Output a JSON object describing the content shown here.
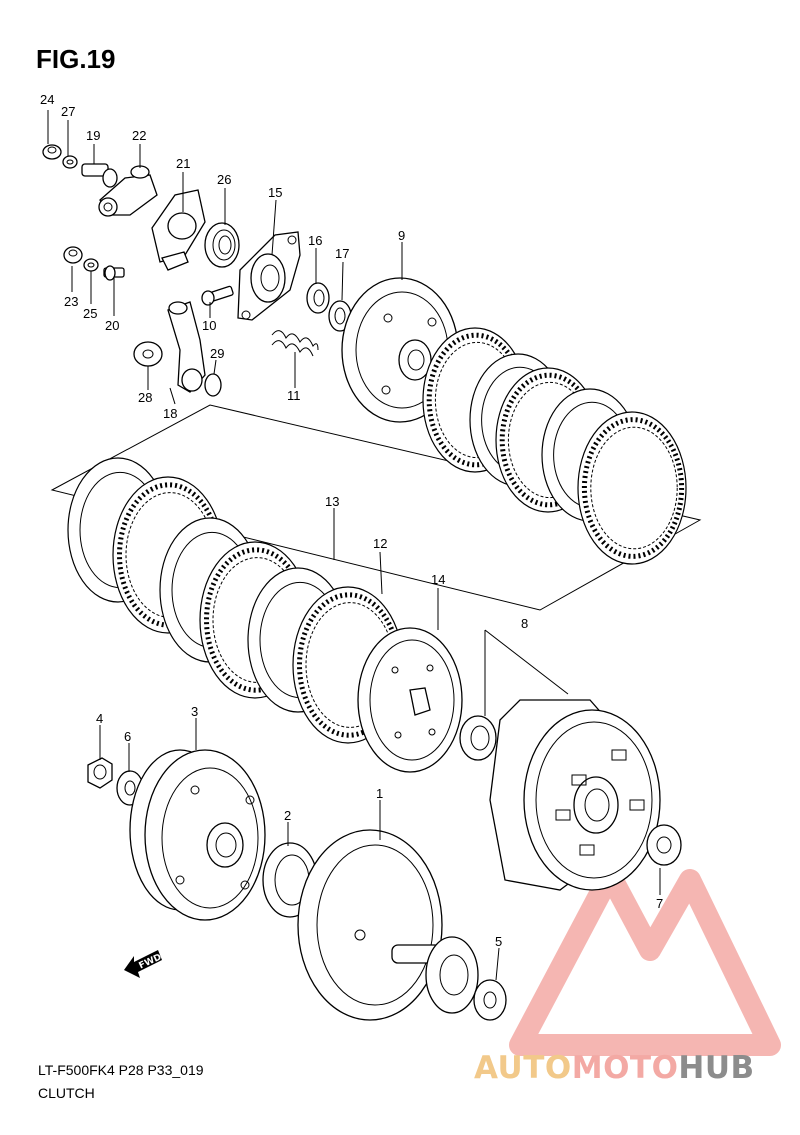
{
  "figure": {
    "title": "FIG.19",
    "model_code": "LT-F500FK4 P28 P33_019",
    "section_name": "CLUTCH"
  },
  "direction_marker": {
    "text": "FWD",
    "icon": "arrow-left-icon"
  },
  "watermark": {
    "part1": "AUTO",
    "part2": "MOTO",
    "part3": "HUB",
    "colors": {
      "auto": "#f2c98a",
      "moto": "#f3a9a4",
      "hub": "#8c8c8c",
      "logo": "#f3a9a4"
    }
  },
  "callouts": [
    {
      "id": "c1",
      "label": "1"
    },
    {
      "id": "c2",
      "label": "2"
    },
    {
      "id": "c3",
      "label": "3"
    },
    {
      "id": "c4",
      "label": "4"
    },
    {
      "id": "c5",
      "label": "5"
    },
    {
      "id": "c6",
      "label": "6"
    },
    {
      "id": "c7",
      "label": "7"
    },
    {
      "id": "c8",
      "label": "8"
    },
    {
      "id": "c9",
      "label": "9"
    },
    {
      "id": "c10",
      "label": "10"
    },
    {
      "id": "c11",
      "label": "11"
    },
    {
      "id": "c12",
      "label": "12"
    },
    {
      "id": "c13",
      "label": "13"
    },
    {
      "id": "c14",
      "label": "14"
    },
    {
      "id": "c15",
      "label": "15"
    },
    {
      "id": "c16",
      "label": "16"
    },
    {
      "id": "c17",
      "label": "17"
    },
    {
      "id": "c18",
      "label": "18"
    },
    {
      "id": "c19",
      "label": "19"
    },
    {
      "id": "c20",
      "label": "20"
    },
    {
      "id": "c21",
      "label": "21"
    },
    {
      "id": "c22",
      "label": "22"
    },
    {
      "id": "c23",
      "label": "23"
    },
    {
      "id": "c24",
      "label": "24"
    },
    {
      "id": "c25",
      "label": "25"
    },
    {
      "id": "c26",
      "label": "26"
    },
    {
      "id": "c27",
      "label": "27"
    },
    {
      "id": "c28",
      "label": "28"
    },
    {
      "id": "c29",
      "label": "29"
    }
  ]
}
